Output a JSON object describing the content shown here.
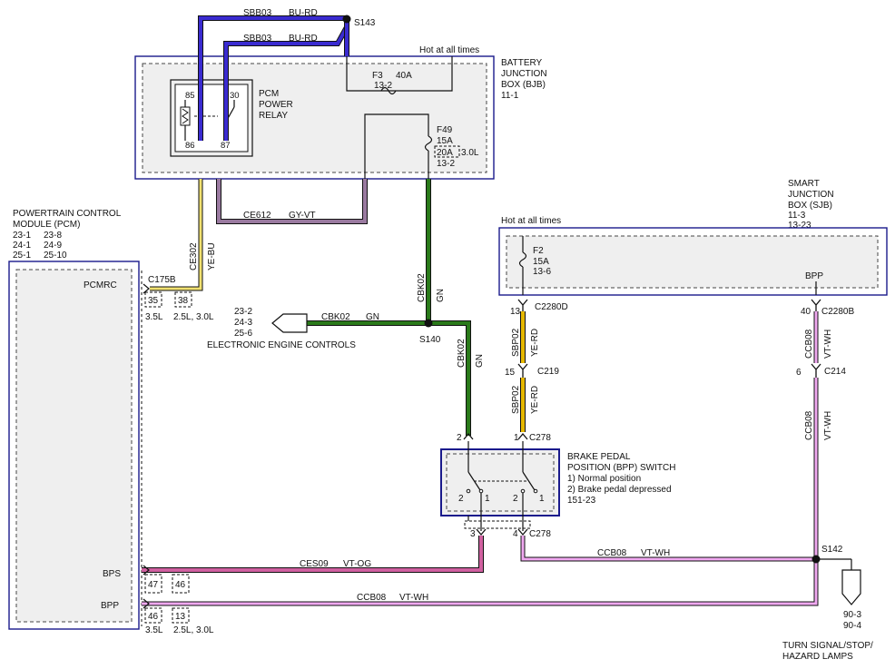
{
  "colors": {
    "bu_rd": "#3a2bd0",
    "gy_vt": "#9a7aa0",
    "ye_bu": "#f0e070",
    "gn": "#2a7a1a",
    "ye_rd": "#e6b800",
    "vt_wh": "#f0a8f0",
    "vt_og": "#d060a0",
    "frame": "#1a1a8c"
  },
  "bjb": {
    "title_l1": "BATTERY",
    "title_l2": "JUNCTION",
    "title_l3": "BOX (BJB)",
    "title_l4": "11-1",
    "hot_note": "Hot at all times",
    "f3_name": "F3",
    "f3_rating": "40A",
    "f3_ref": "13-2",
    "f49_name": "F49",
    "f49_rating": "15A",
    "f49_alt_rating": "20A",
    "f49_alt_note": "3.0L",
    "f49_ref": "13-2",
    "relay_l1": "PCM",
    "relay_l2": "POWER",
    "relay_l3": "RELAY",
    "pin85": "85",
    "pin30": "30",
    "pin86": "86",
    "pin87": "87"
  },
  "top_wires": {
    "sbb03_a_id": "SBB03",
    "sbb03_a_color": "BU-RD",
    "sbb03_b_id": "SBB03",
    "sbb03_b_color": "BU-RD",
    "splice": "S143"
  },
  "ce612": {
    "id": "CE612",
    "color": "GY-VT"
  },
  "pcm": {
    "title_l1": "POWERTRAIN CONTROL",
    "title_l2": "MODULE (PCM)",
    "ref_a1": "23-1",
    "ref_b1": "23-8",
    "ref_a2": "24-1",
    "ref_b2": "24-9",
    "ref_a3": "25-1",
    "ref_b3": "25-10",
    "pin_pcmrc": "PCMRC",
    "pin_bps": "BPS",
    "pin_bpp": "BPP",
    "conn_top": "C175B",
    "pin35": "35",
    "pin38": "38",
    "note_35": "3.5L",
    "note_38": "2.5L, 3.0L",
    "pin47": "47",
    "pin46a": "46",
    "pin46b": "46",
    "pin13": "13",
    "note_46": "3.5L",
    "note_13": "2.5L, 3.0L"
  },
  "ce302": {
    "id": "CE302",
    "color": "YE-BU"
  },
  "cbk02": {
    "up_id": "CBK02",
    "up_color": "GN",
    "left_id": "CBK02",
    "left_color": "GN",
    "down_id": "CBK02",
    "down_color": "GN",
    "splice": "S140"
  },
  "eec": {
    "ref1": "23-2",
    "ref2": "24-3",
    "ref3": "25-6",
    "name": "ELECTRONIC ENGINE CONTROLS"
  },
  "sjb": {
    "title_l1": "SMART",
    "title_l2": "JUNCTION",
    "title_l3": "BOX (SJB)",
    "title_l4": "11-3",
    "title_l5": "13-23",
    "hot_note": "Hot at all times",
    "f2_name": "F2",
    "f2_rating": "15A",
    "f2_ref": "13-6",
    "pin_bpp": "BPP"
  },
  "sbp02": {
    "pin13": "13",
    "conn1": "C2280D",
    "id1": "SBP02",
    "color1": "YE-RD",
    "pin15": "15",
    "conn2": "C219",
    "id2": "SBP02",
    "color2": "YE-RD"
  },
  "ccb08_right": {
    "pin40": "40",
    "conn1": "C2280B",
    "id1": "CCB08",
    "color1": "VT-WH",
    "pin6": "6",
    "conn2": "C214",
    "id2": "CCB08",
    "color2": "VT-WH"
  },
  "bpp_switch": {
    "title_l1": "BRAKE PEDAL",
    "title_l2": "POSITION (BPP) SWITCH",
    "note1": "1) Normal position",
    "note2": "2) Brake pedal depressed",
    "ref": "151-23",
    "pin2": "2",
    "pin1": "1",
    "conn_top": "C278",
    "pin3": "3",
    "pin4": "4",
    "conn_bot": "C278",
    "sw_l2": "2",
    "sw_l1": "1",
    "sw_r2": "2",
    "sw_r1": "1"
  },
  "bottom": {
    "ces09_id": "CES09",
    "ces09_color": "VT-OG",
    "ccb08_a_id": "CCB08",
    "ccb08_a_color": "VT-WH",
    "ccb08_b_id": "CCB08",
    "ccb08_b_color": "VT-WH",
    "splice": "S142",
    "lamp_ref1": "90-3",
    "lamp_ref2": "90-4",
    "lamp_l1": "TURN SIGNAL/STOP/",
    "lamp_l2": "HAZARD LAMPS"
  }
}
